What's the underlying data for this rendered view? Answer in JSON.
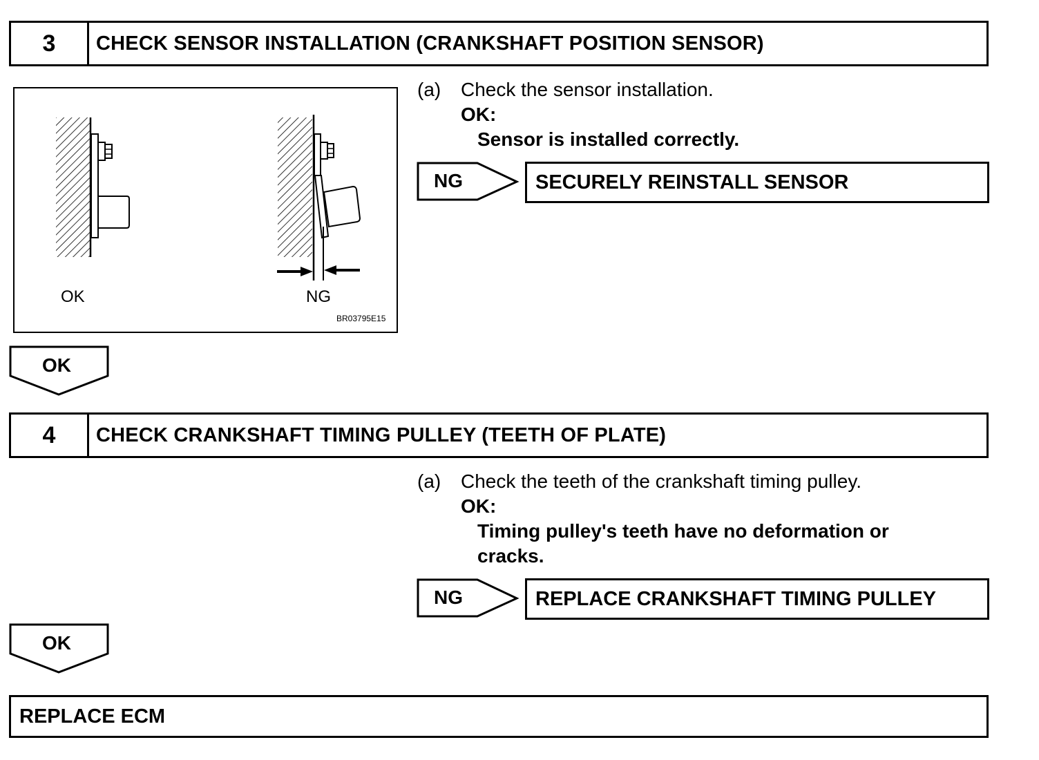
{
  "step3": {
    "number": "3",
    "title": "CHECK SENSOR INSTALLATION (CRANKSHAFT POSITION SENSOR)",
    "item_marker": "(a)",
    "instruction": "Check the sensor installation.",
    "ok_label": "OK:",
    "ok_text": "Sensor is installed correctly.",
    "ng_label": "NG",
    "ng_action": "SECURELY REINSTALL SENSOR",
    "figure": {
      "left_label": "OK",
      "right_label": "NG",
      "code": "BR03795E15"
    }
  },
  "ok_arrow_1": "OK",
  "step4": {
    "number": "4",
    "title": "CHECK CRANKSHAFT TIMING PULLEY (TEETH OF PLATE)",
    "item_marker": "(a)",
    "instruction": "Check the teeth of the crankshaft timing pulley.",
    "ok_label": "OK:",
    "ok_text_line1": "Timing pulley's teeth have no deformation or",
    "ok_text_line2": "cracks.",
    "ng_label": "NG",
    "ng_action": "REPLACE CRANKSHAFT TIMING PULLEY"
  },
  "ok_arrow_2": "OK",
  "final_action": "REPLACE ECM"
}
